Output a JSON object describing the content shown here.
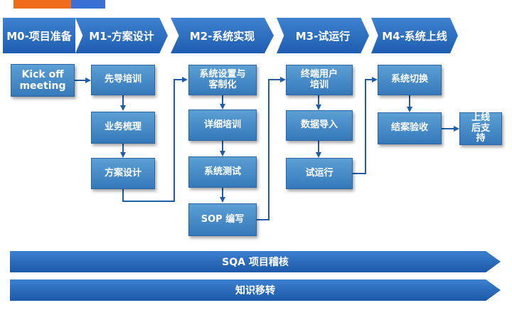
{
  "colors": {
    "accent_orange": "#ef6c1d",
    "accent_blue": "#3a6fd3"
  },
  "phases": [
    {
      "label": "M0-项目准备"
    },
    {
      "label": "M1-方案设计"
    },
    {
      "label": "M2-系统实现"
    },
    {
      "label": "M3-试运行"
    },
    {
      "label": "M4-系统上线"
    }
  ],
  "steps": {
    "kickoff": "Kick off meeting",
    "pilot_training": "先导培训",
    "business_review": "业务梳理",
    "solution_design": "方案设计",
    "system_config": "系统设置与客制化",
    "detailed_training": "详细培训",
    "system_test": "系统测试",
    "sop_writing": "SOP 编写",
    "enduser_training": "终端用户培训",
    "data_import": "数据导入",
    "trial_run": "试运行",
    "system_cutover": "系统切换",
    "acceptance": "结案验收",
    "go_live_support": "上线后支持"
  },
  "bands": {
    "sqa": "SQA 项目稽核",
    "knowledge": "知识移转"
  }
}
